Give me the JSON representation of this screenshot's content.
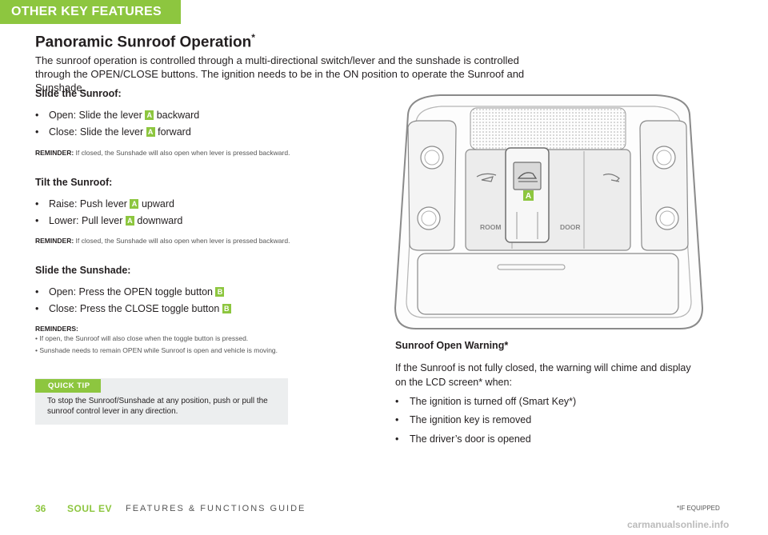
{
  "header": {
    "section_tab": "OTHER KEY FEATURES"
  },
  "title": {
    "text": "Panoramic Sunroof Operation",
    "mark": "*"
  },
  "intro": "The sunroof operation is controlled through a multi-directional switch/lever and the sunshade is controlled through the OPEN/CLOSE buttons. The ignition needs to be in the ON position to operate the Sunroof and Sunshade.",
  "slide_sunroof": {
    "heading": "Slide the Sunroof:",
    "items": [
      {
        "pre": "Open: Slide the lever",
        "badge": "A",
        "post": "backward"
      },
      {
        "pre": "Close: Slide the lever",
        "badge": "A",
        "post": "forward"
      }
    ],
    "reminder_label": "REMINDER:",
    "reminder_text": "If closed, the Sunshade will also open when lever is pressed backward."
  },
  "tilt_sunroof": {
    "heading": "Tilt the Sunroof:",
    "items": [
      {
        "pre": "Raise: Push lever",
        "badge": "A",
        "post": "upward"
      },
      {
        "pre": "Lower: Pull lever",
        "badge": "A",
        "post": "downward"
      }
    ],
    "reminder_label": "REMINDER:",
    "reminder_text": "If closed, the Sunshade will also open when lever is pressed backward."
  },
  "slide_sunshade": {
    "heading": "Slide the Sunshade:",
    "items": [
      {
        "pre": "Open: Press the OPEN toggle button",
        "badge": "B",
        "post": ""
      },
      {
        "pre": "Close: Press the CLOSE toggle button",
        "badge": "B",
        "post": ""
      }
    ],
    "reminders_label": "REMINDERS:",
    "reminders": [
      "If open, the Sunroof will also close when the toggle button is pressed.",
      "Sunshade needs to remain OPEN while Sunroof is open and vehicle is moving."
    ]
  },
  "quick_tip": {
    "label": "QUICK TIP",
    "text": "To stop the Sunroof/Sunshade at any position, push or pull the sunroof control lever in any direction."
  },
  "illustration": {
    "room_label": "ROOM",
    "door_label": "DOOR",
    "callout": "A"
  },
  "warning": {
    "heading": "Sunroof Open Warning*",
    "text": "If the Sunroof is not fully closed, the warning will chime and display on the LCD screen* when:",
    "items": [
      "The ignition is turned off (Smart Key*)",
      "The ignition key is removed",
      "The driver’s door is opened"
    ]
  },
  "footer": {
    "page_number": "36",
    "guide_title": "SOUL EV",
    "guide_subtitle": "FEATURES & FUNCTIONS GUIDE",
    "note": "*IF EQUIPPED",
    "watermark": "carmanualsonline.info"
  },
  "colors": {
    "accent": "#8dc63f",
    "text": "#231f20",
    "tip_bg": "#eceeef"
  }
}
